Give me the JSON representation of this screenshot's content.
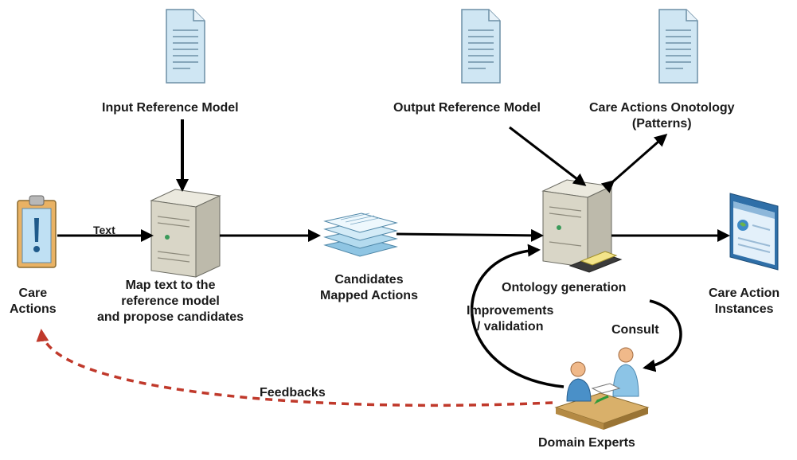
{
  "diagram": {
    "labels": {
      "input_reference_model": "Input Reference Model",
      "output_reference_model": "Output Reference Model",
      "care_actions_ontology": [
        "Care Actions Onotology",
        "(Patterns)"
      ],
      "care_actions": [
        "Care",
        "Actions"
      ],
      "text_edge": "Text",
      "map_text": [
        "Map text to the",
        "reference model",
        "and propose candidates"
      ],
      "candidates": [
        "Candidates",
        "Mapped Actions"
      ],
      "ontology_generation": "Ontology generation",
      "care_action_instances": [
        "Care Action",
        "Instances"
      ],
      "improvements": [
        "Improvements",
        "/ validation"
      ],
      "consult": "Consult",
      "feedbacks": "Feedbacks",
      "domain_experts": "Domain Experts"
    },
    "colors": {
      "arrow": "#000000",
      "feedback_arrow": "#c0392b",
      "document": "#cfe6f3",
      "server": "#d9d6c7",
      "clipboard": "#e9b264",
      "browser": "#2f6fa8",
      "desk": "#d9b06a"
    }
  }
}
